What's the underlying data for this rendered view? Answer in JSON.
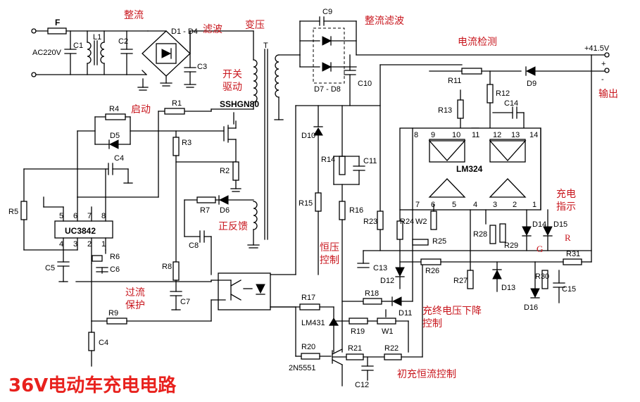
{
  "title": "36V电动车充电电路",
  "annotations": {
    "rectify": "整流",
    "filter": "滤波",
    "transformer": "变压",
    "rect_filter": "整流滤波",
    "current_detect": "电流检测",
    "switch_drive_1": "开关",
    "switch_drive_2": "驱动",
    "startup": "启动",
    "pos_feedback": "正反馈",
    "overcurrent_1": "过流",
    "overcurrent_2": "保护",
    "const_v_1": "恒压",
    "const_v_2": "控制",
    "output": "输出",
    "charge_ind_1": "充电",
    "charge_ind_2": "指示",
    "end_v_1": "充终电压下降",
    "end_v_2": "控制",
    "init_cc": "初充恒流控制"
  },
  "labels": {
    "ac": "AC220V",
    "f": "F",
    "l1": "L1",
    "c1": "C1",
    "c2": "C2",
    "bridge": "D1 - D4",
    "c3": "C3",
    "t": "T",
    "c9": "C9",
    "d7d8": "D7 - D8",
    "c10": "C10",
    "out_pos": "+41.5V",
    "out_plus": "+",
    "out_minus": "-",
    "r11": "R11",
    "r12": "R12",
    "d9": "D9",
    "r13": "R13",
    "c14": "C14",
    "mosfet": "SSHGN80",
    "r1": "R1",
    "r4": "R4",
    "d5": "D5",
    "r3": "R3",
    "c4a": "C4",
    "r2": "R2",
    "d10": "D10",
    "r14": "R14",
    "c11": "C11",
    "lm324": "LM324",
    "r5": "R5",
    "uc3842": "UC3842",
    "r7": "R7",
    "d6": "D6",
    "r15": "R15",
    "r16": "R16",
    "r23": "R23",
    "r24": "R24",
    "w2": "W2",
    "r25": "R25",
    "r28": "R28",
    "r29": "R29",
    "d14": "D14",
    "d15": "D15",
    "led_g": "G",
    "led_r": "R",
    "c8": "C8",
    "r6": "R6",
    "c6": "C6",
    "c5": "C5",
    "r8": "R8",
    "c13": "C13",
    "d12": "D12",
    "r26": "R26",
    "r27": "R27",
    "d13": "D13",
    "r31": "R31",
    "r30": "R30",
    "c15": "C15",
    "c7": "C7",
    "r17": "R17",
    "r18": "R18",
    "d11": "D11",
    "d16": "D16",
    "r9": "R9",
    "lm431": "LM431",
    "r19": "R19",
    "w1": "W1",
    "c4b": "C4",
    "r20": "R20",
    "r21": "R21",
    "r22": "R22",
    "q": "2N5551",
    "c12": "C12",
    "pins_top": [
      "8",
      "9",
      "10",
      "11",
      "12",
      "13",
      "14"
    ],
    "pins_bot": [
      "7",
      "6",
      "5",
      "4",
      "3",
      "2",
      "1"
    ],
    "uc_top": [
      "5",
      "6",
      "7",
      "8"
    ],
    "uc_bot": [
      "4",
      "3",
      "2",
      "1"
    ]
  }
}
